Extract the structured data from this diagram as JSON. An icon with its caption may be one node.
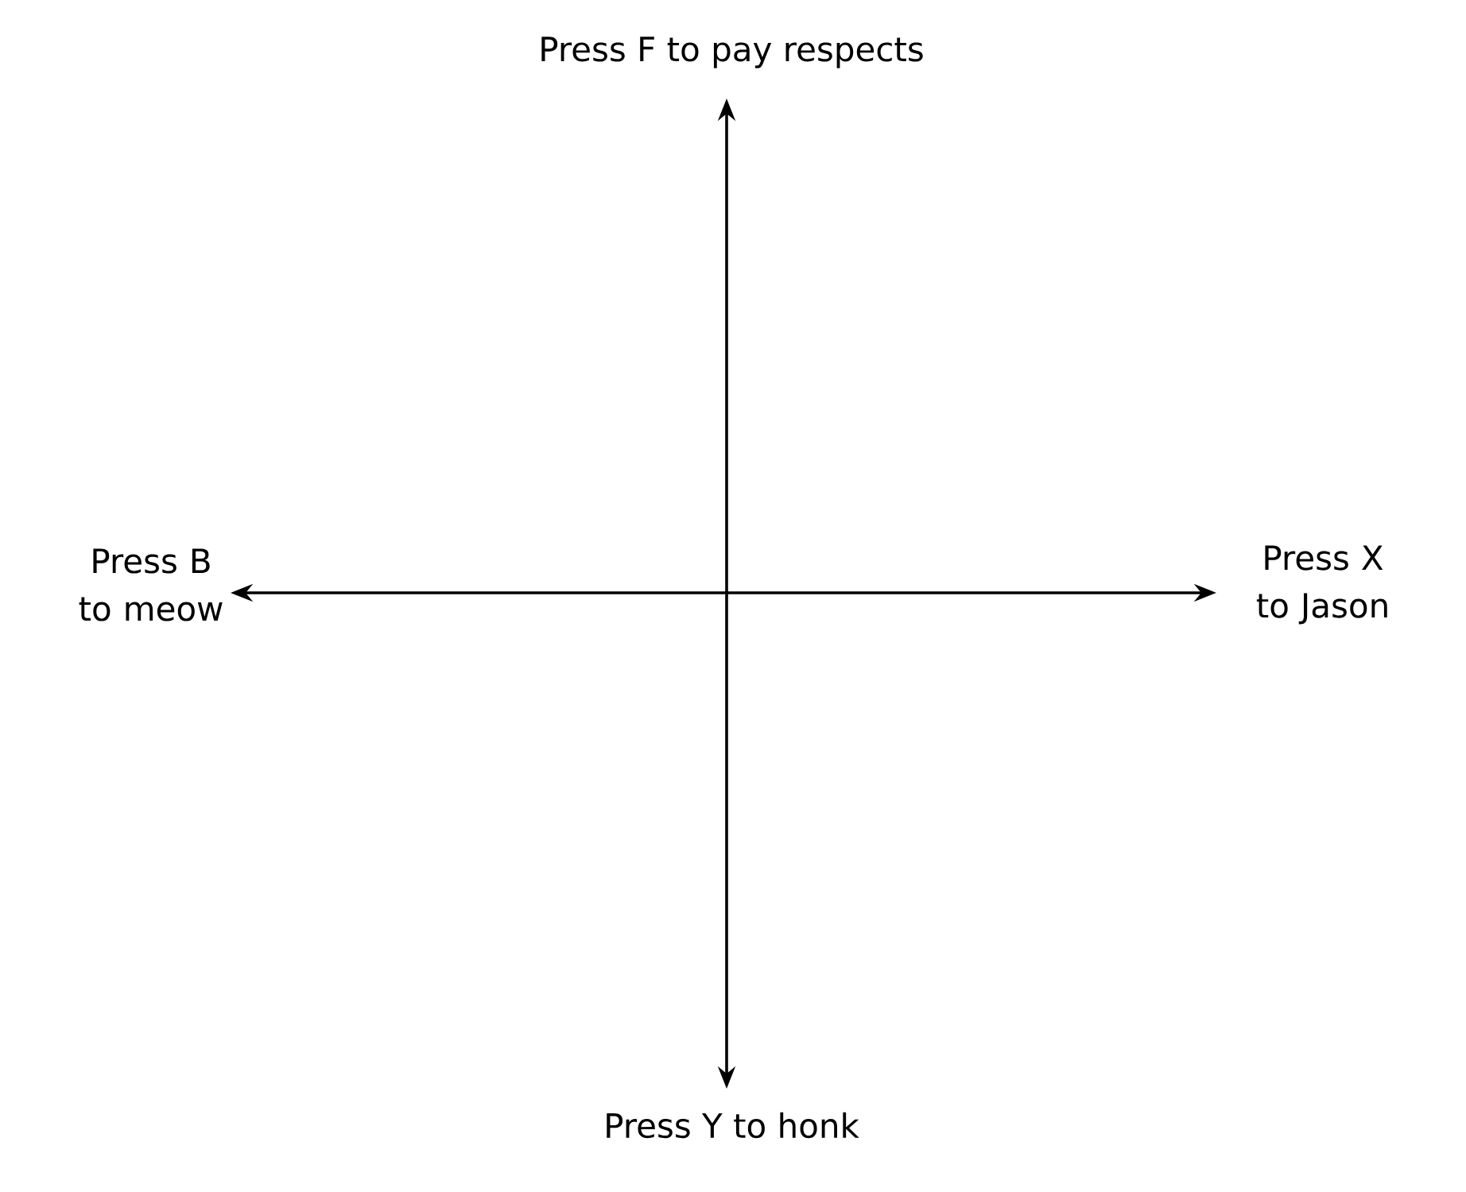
{
  "diagram": {
    "labels": [
      "Press F to pay respects",
      "Press B to meow",
      "Press X to Jason",
      "Press Y to honk"
    ]
  }
}
